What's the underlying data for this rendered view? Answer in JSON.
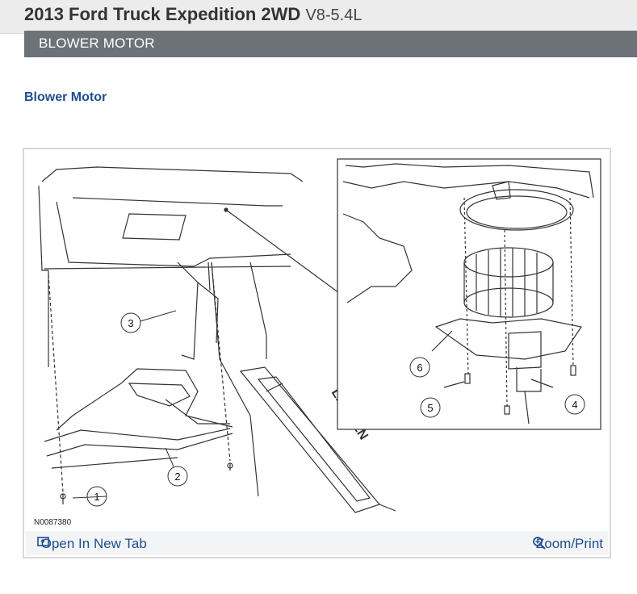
{
  "header": {
    "vehicle": "2013 Ford Truck Expedition 2WD",
    "engine": "V8-5.4L"
  },
  "section": {
    "title": "BLOWER MOTOR"
  },
  "content": {
    "subheading": "Blower Motor"
  },
  "figure": {
    "id": "N0087380",
    "callouts": [
      "1",
      "2",
      "3",
      "4",
      "5",
      "6"
    ],
    "sill_text": "LINCOLN"
  },
  "actions": {
    "open_tab": "Open In New Tab",
    "zoom_print": "Zoom/Print"
  },
  "colors": {
    "heading_blue": "#1f4f8f",
    "section_bar": "#6c7278",
    "top_bar": "#ececec"
  }
}
